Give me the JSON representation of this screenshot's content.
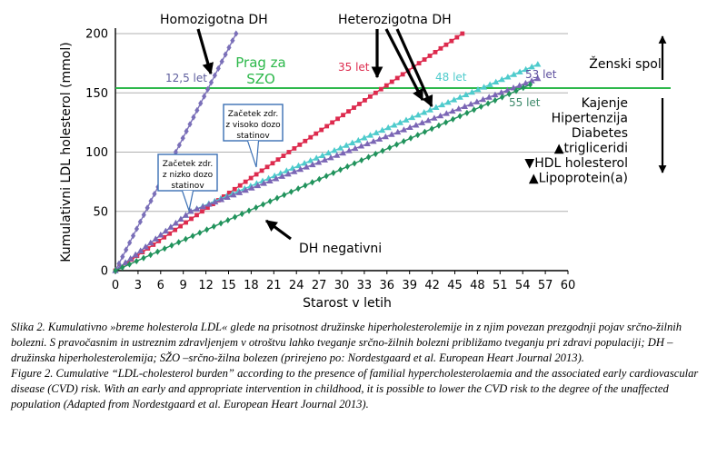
{
  "chart_data": {
    "type": "line",
    "xlabel": "Starost v letih",
    "ylabel": "Kumulativni LDL holesterol (mmol)",
    "xlim": [
      0,
      60
    ],
    "ylim": [
      0,
      200
    ],
    "x_ticks": [
      "0",
      "3",
      "6",
      "9",
      "12",
      "15",
      "18",
      "21",
      "24",
      "27",
      "30",
      "33",
      "36",
      "39",
      "42",
      "45",
      "48",
      "51",
      "54",
      "57",
      "60"
    ],
    "y_ticks": [
      "0",
      "50",
      "100",
      "150",
      "200"
    ],
    "grid": "horizontal",
    "threshold": {
      "value": 154,
      "label_line1": "Prag za",
      "label_line2": "SZO",
      "color": "#2db84b"
    },
    "series": [
      {
        "name": "Homozigotna DH",
        "color": "#7a6fb8",
        "marker": "diamond",
        "x": [
          0,
          16
        ],
        "y": [
          0,
          200
        ]
      },
      {
        "name": "Heterozigotna DH",
        "color": "#dd2b4e",
        "marker": "square",
        "x": [
          0,
          46
        ],
        "y": [
          0,
          200
        ]
      },
      {
        "name": "",
        "color": "#4ecbcc",
        "marker": "triangle",
        "x": [
          0,
          10,
          56
        ],
        "y": [
          0,
          50,
          174
        ]
      },
      {
        "name": "",
        "color": "#7b66b5",
        "marker": "triangle",
        "x": [
          0,
          10,
          56
        ],
        "y": [
          0,
          50,
          162
        ]
      },
      {
        "name": "DH negativni",
        "color": "#21935c",
        "marker": "diamond",
        "x": [
          0,
          55
        ],
        "y": [
          0,
          157
        ]
      }
    ],
    "annotations": {
      "homozygous": "Homozigotna DH",
      "heterozygous": "Heterozigotna DH",
      "negative": "DH negativni",
      "age_homo": "12,5 let",
      "age_hetero": "35 let",
      "age_48": "48 let",
      "age_53": "53 let",
      "age_55": "55 let",
      "high_dose": [
        "Začetek zdr.",
        "z visoko dozo",
        "statinov"
      ],
      "low_dose": [
        "Začetek zdr.",
        "z nizko dozo",
        "statinov"
      ],
      "female_sex": "Ženski spol",
      "risk_factors": [
        "Kajenje",
        "Hipertenzija",
        "Diabetes",
        "▲trigliceridi",
        "▼HDL holesterol",
        "▲Lipoprotein(a)"
      ]
    }
  },
  "caption": {
    "sl": "Slika 2. Kumulativno »breme holesterola LDL« glede na prisotnost družinske hiperholesterolemije in z njim povezan prezgodnji pojav srčno-žilnih bolezni. S pravočasnim in ustreznim zdravljenjem v otroštvu lahko tveganje srčno-žilnih bolezni približamo tveganju pri zdravi populaciji; DH – družinska hiperholesterolemija; SŽO –srčno-žilna bolezen (prirejeno po: Nordestgaard et al. European Heart Journal 2013).",
    "en": "Figure 2. Cumulative “LDL-cholesterol burden” according to the presence of familial hypercholesterolaemia and the associated early cardiovascular disease (CVD) risk. With an early and appropriate intervention in childhood, it is possible to lower the CVD risk to the degree of the unaffected population (Adapted from Nordestgaard et al. European Heart Journal 2013)."
  }
}
